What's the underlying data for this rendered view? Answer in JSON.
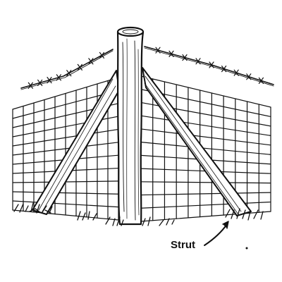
{
  "diagram": {
    "labels": {
      "strut": "Strut"
    },
    "parts": [
      "corner-post",
      "strut",
      "woven-wire-mesh",
      "barbed-wire",
      "grass-tufts"
    ],
    "colors": {
      "ink": "#111111",
      "background": "#ffffff"
    }
  }
}
